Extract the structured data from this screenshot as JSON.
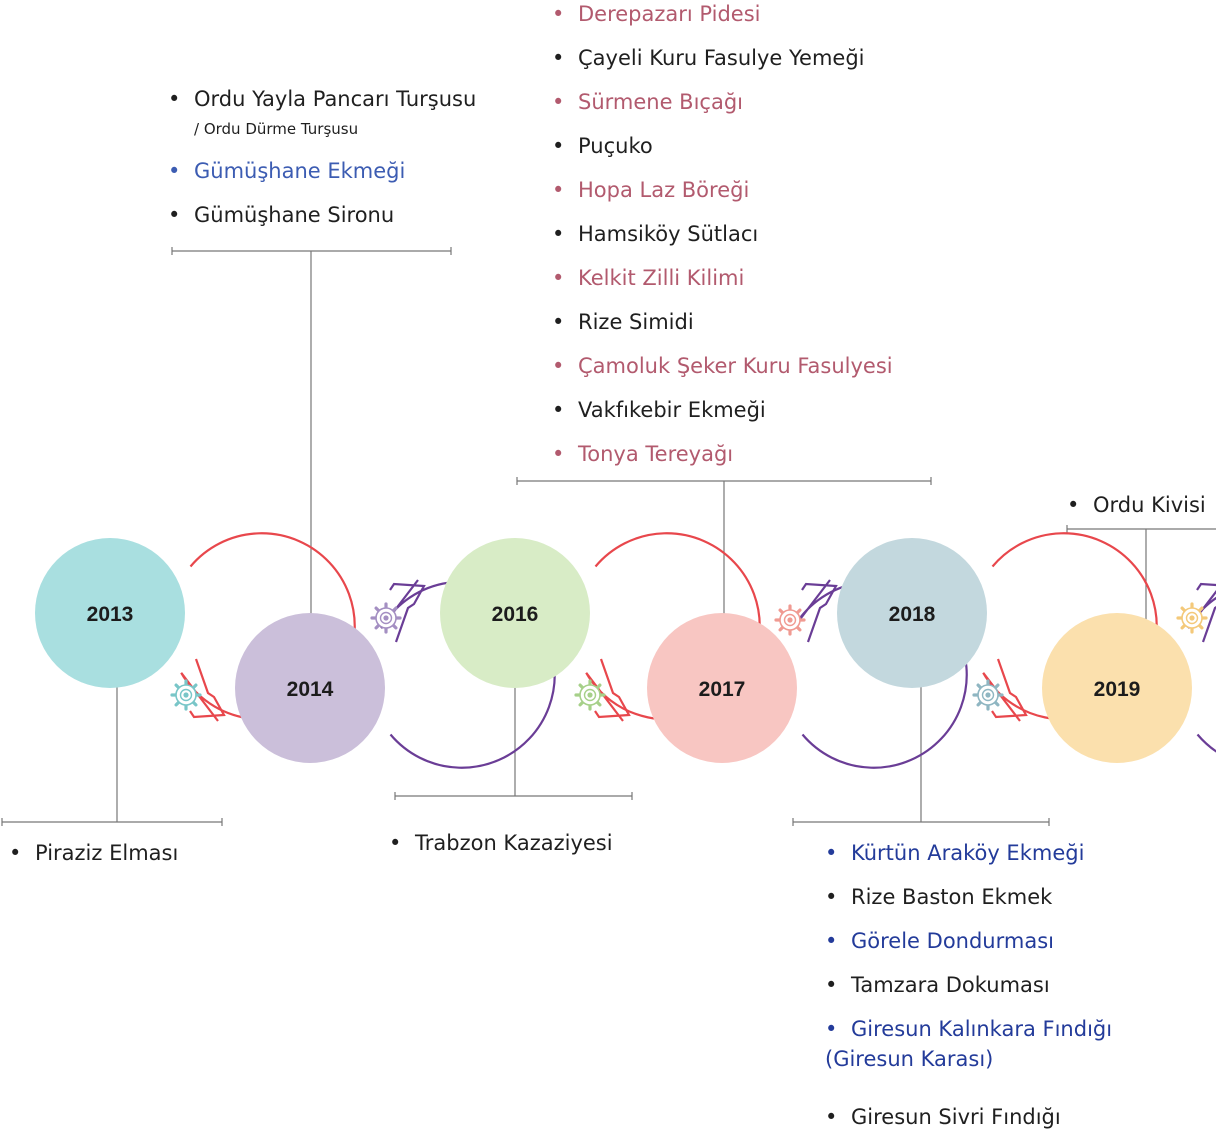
{
  "timeline": {
    "years": [
      {
        "label": "2013",
        "fill": "#a9dfe0"
      },
      {
        "label": "2014",
        "fill": "#cbbfda"
      },
      {
        "label": "2016",
        "fill": "#d8ecc6"
      },
      {
        "label": "2017",
        "fill": "#f8c6c2"
      },
      {
        "label": "2018",
        "fill": "#c3d8de"
      },
      {
        "label": "2019",
        "fill": "#fbe0ad"
      }
    ],
    "colors": {
      "ring_red": "#e8474c",
      "ring_purple": "#6a3d96",
      "connector": "#777777",
      "text": "#1f1f1f",
      "pink": "#b25a6e",
      "blue": "#3c5cb2",
      "navy": "#233b9a"
    },
    "gear_icons": [
      "gear-icon",
      "gear-icon",
      "gear-icon",
      "gear-icon",
      "gear-icon",
      "gear-icon"
    ]
  },
  "lists": {
    "y2013": [
      {
        "text": "Piraziz Elması",
        "color": "default"
      }
    ],
    "y2014": [
      {
        "text": "Ordu Yayla Pancarı Turşusu",
        "sub": "/ Ordu Dürme Turşusu",
        "color": "default"
      },
      {
        "text": "Gümüşhane Ekmeği",
        "color": "blue"
      },
      {
        "text": "Gümüşhane Sironu",
        "color": "default"
      }
    ],
    "y2016": [
      {
        "text": "Trabzon Kazaziyesi",
        "color": "default"
      }
    ],
    "y2017": [
      {
        "text": "Derepazarı Pidesi",
        "color": "pink"
      },
      {
        "text": "Çayeli Kuru Fasulye Yemeği",
        "color": "default"
      },
      {
        "text": "Sürmene Bıçağı",
        "color": "pink"
      },
      {
        "text": "Puçuko",
        "color": "default"
      },
      {
        "text": "Hopa Laz Böreği",
        "color": "pink"
      },
      {
        "text": "Hamsiköy Sütlacı",
        "color": "default"
      },
      {
        "text": "Kelkit Zilli Kilimi",
        "color": "pink"
      },
      {
        "text": "Rize Simidi",
        "color": "default"
      },
      {
        "text": "Çamoluk Şeker Kuru Fasulyesi",
        "color": "pink"
      },
      {
        "text": "Vakfıkebir Ekmeği",
        "color": "default"
      },
      {
        "text": "Tonya Tereyağı",
        "color": "pink"
      }
    ],
    "y2018": [
      {
        "text": "Kürtün Araköy Ekmeği",
        "color": "navy"
      },
      {
        "text": "Rize Baston Ekmek",
        "color": "default"
      },
      {
        "text": "Görele Dondurması",
        "color": "navy"
      },
      {
        "text": "Tamzara Dokuması",
        "color": "default"
      },
      {
        "text": "Giresun Kalınkara Fındığı",
        "line2": "(Giresun Karası)",
        "color": "navy"
      },
      {
        "text": "Giresun Sivri Fındığı",
        "color": "default"
      }
    ],
    "y2019": [
      {
        "text": "Ordu Kivisi",
        "color": "default"
      }
    ]
  }
}
